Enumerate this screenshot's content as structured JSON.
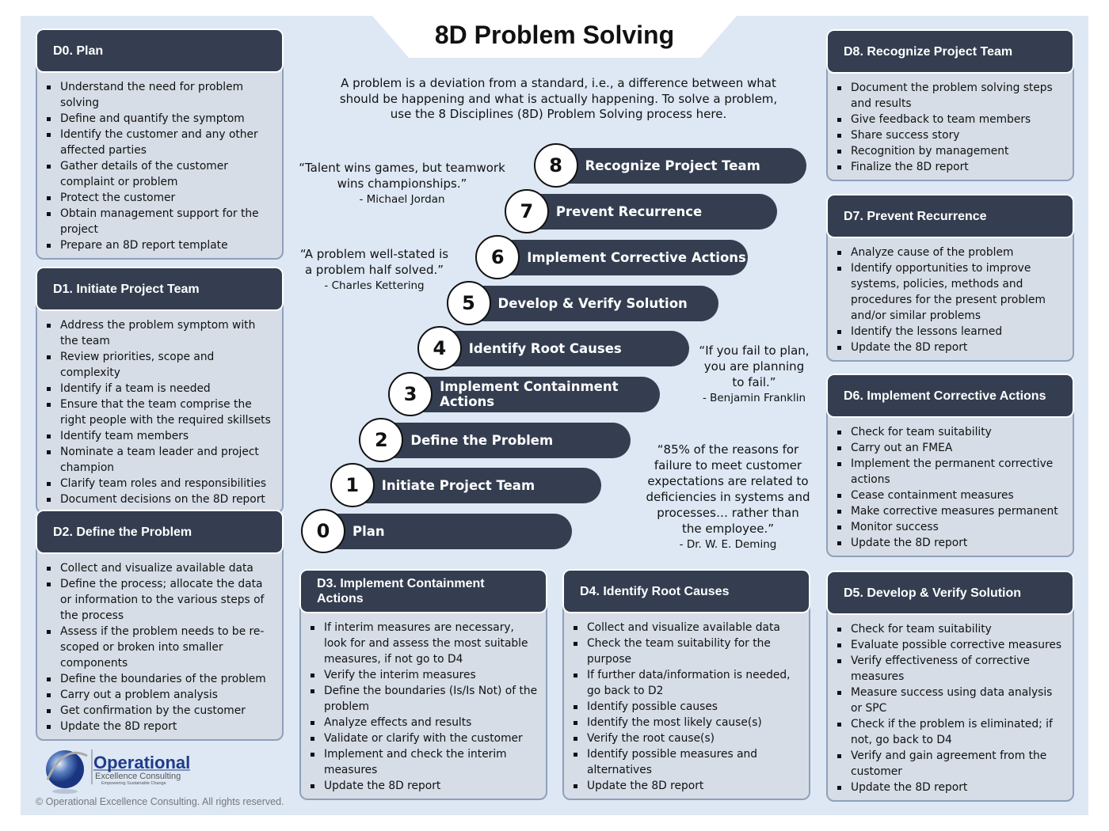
{
  "title": "8D Problem Solving",
  "intro": "A problem is a deviation from a standard, i.e., a difference between what should be happening and what is actually happening. To solve a problem, use the 8 Disciplines (8D) Problem Solving process here.",
  "quotes": [
    {
      "text": "“Talent wins games, but teamwork wins championships.”",
      "author": "- Michael Jordan"
    },
    {
      "text": "“A problem well-stated is a problem half solved.”",
      "author": "- Charles Kettering"
    },
    {
      "text": "“If you fail to plan, you are planning to fail.”",
      "author": "- Benjamin Franklin"
    },
    {
      "text": "“85% of the reasons for failure to meet customer expectations are related to deficiencies in systems and processes… rather than the employee.”",
      "author": "- Dr. W. E. Deming"
    }
  ],
  "steps": [
    {
      "num": "0",
      "label": "Plan"
    },
    {
      "num": "1",
      "label": "Initiate Project Team"
    },
    {
      "num": "2",
      "label": "Define the Problem"
    },
    {
      "num": "3",
      "label": "Implement Containment Actions"
    },
    {
      "num": "4",
      "label": "Identify Root Causes"
    },
    {
      "num": "5",
      "label": "Develop & Verify Solution"
    },
    {
      "num": "6",
      "label": "Implement Corrective Actions"
    },
    {
      "num": "7",
      "label": "Prevent Recurrence"
    },
    {
      "num": "8",
      "label": "Recognize Project Team"
    }
  ],
  "cards": [
    {
      "title": "D0. Plan",
      "items": [
        "Understand the need for problem solving",
        "Define and quantify the symptom",
        "Identify the customer and any other affected parties",
        "Gather details of the customer complaint or problem",
        "Protect the customer",
        "Obtain management support for the project",
        "Prepare an 8D report template"
      ]
    },
    {
      "title": "D1. Initiate Project Team",
      "items": [
        "Address the problem symptom with the team",
        "Review priorities, scope and complexity",
        "Identify if a team is needed",
        "Ensure that the team comprise the right people with the required skillsets",
        "Identify team members",
        "Nominate a team leader and project champion",
        "Clarify team roles and responsibilities",
        "Document decisions on the 8D report"
      ]
    },
    {
      "title": "D2. Define the Problem",
      "items": [
        "Collect and visualize available data",
        "Define the process; allocate the data or information to the various steps of the process",
        "Assess if the problem needs to be re-scoped or broken into smaller components",
        "Define the boundaries of the problem",
        "Carry out a problem analysis",
        "Get confirmation by the customer",
        "Update the 8D report"
      ]
    },
    {
      "title": "D3. Implement Containment Actions",
      "items": [
        "If interim measures are necessary, look for and assess the most suitable measures, if not go to D4",
        "Verify the interim measures",
        "Define the boundaries (Is/Is Not) of the problem",
        "Analyze effects and results",
        "Validate or clarify with the customer",
        "Implement and check the interim measures",
        "Update the 8D report"
      ]
    },
    {
      "title": "D4. Identify Root Causes",
      "items": [
        "Collect and visualize available data",
        "Check the team suitability for the purpose",
        "If further data/information is needed, go back to D2",
        "Identify possible causes",
        "Identify the most likely cause(s)",
        "Verify the root cause(s)",
        "Identify possible measures and alternatives",
        "Update the 8D report"
      ]
    },
    {
      "title": "D5. Develop & Verify Solution",
      "items": [
        "Check for team suitability",
        "Evaluate possible corrective measures",
        "Verify effectiveness of corrective measures",
        "Measure success using data analysis or SPC",
        "Check if the problem is eliminated; if not, go back to D4",
        "Verify and gain agreement from the customer",
        "Update the 8D report"
      ]
    },
    {
      "title": "D6. Implement Corrective Actions",
      "items": [
        "Check for team suitability",
        "Carry out an FMEA",
        "Implement the permanent corrective actions",
        "Cease containment measures",
        "Make corrective measures permanent",
        "Monitor success",
        "Update the 8D report"
      ]
    },
    {
      "title": "D7. Prevent Recurrence",
      "items": [
        "Analyze cause of the problem",
        "Identify opportunities to improve systems, policies, methods and procedures for the present problem and/or similar problems",
        "Identify the lessons learned",
        "Update the 8D report"
      ]
    },
    {
      "title": "D8. Recognize Project Team",
      "items": [
        "Document the problem solving steps and results",
        "Give feedback to team members",
        "Share success story",
        "Recognition by management",
        "Finalize the 8D report"
      ]
    }
  ],
  "logo": {
    "name": "Operational",
    "sub": "Excellence Consulting",
    "tagline": "Empowering Sustainable Change"
  },
  "copyright": "© Operational Excellence Consulting. All rights reserved.",
  "colors": {
    "background": "#dde8f4",
    "header": "#343e50",
    "card_body": "#d6dde7"
  }
}
